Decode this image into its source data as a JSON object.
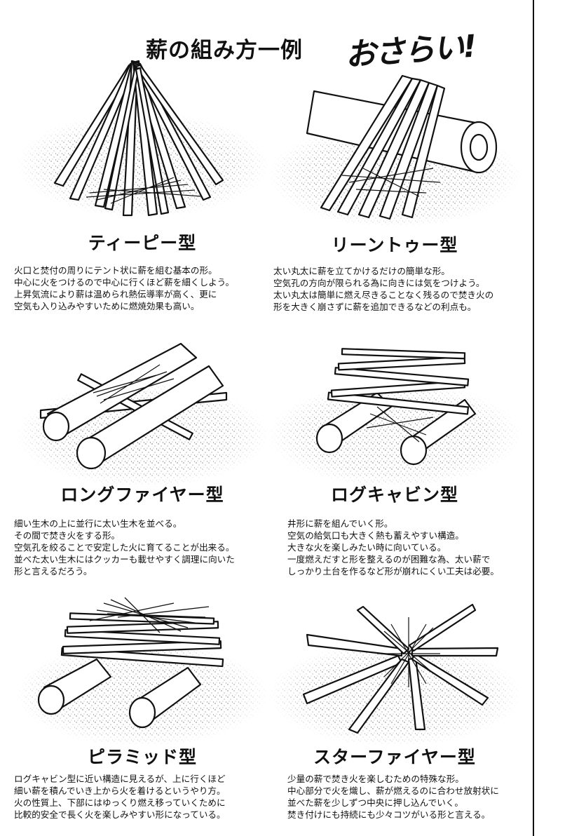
{
  "header": {
    "title": "薪の組み方一例",
    "review": "おさらい!"
  },
  "methods": [
    {
      "name": "ティーピー型",
      "lines": [
        "火口と焚付の周りにテント状に薪を組む基本の形。",
        "中心に火をつけるので中心に行くほど薪を細くしよう。",
        "上昇気流により薪は温められ熱伝導率が高く、更に",
        "空気も入り込みやすいために燃焼効果も高い。"
      ]
    },
    {
      "name": "リーントゥー型",
      "lines": [
        "太い丸太に薪を立てかけるだけの簡単な形。",
        "空気孔の方向が限られる為に向きには気をつけよう。",
        "太い丸太は簡単に燃え尽きることなく残るので焚き火の",
        "形を大きく崩さずに薪を追加できるなどの利点も。"
      ]
    },
    {
      "name": "ロングファイヤー型",
      "lines": [
        "細い生木の上に並行に太い生木を並べる。",
        "その間で焚き火をする形。",
        "空気孔を絞ることで安定した火に育てることが出来る。",
        "並べた太い生木にはクッカーも載せやすく調理に向いた",
        "形と言えるだろう。"
      ]
    },
    {
      "name": "ログキャビン型",
      "lines": [
        "井形に薪を組んでいく形。",
        "空気の給気口も大きく熱も蓄えやすい構造。",
        "大きな火を楽しみたい時に向いている。",
        "一度燃えだすと形を整えるのが困難な為、太い薪で",
        "しっかり土台を作るなど形が崩れにくい工夫は必要。"
      ]
    },
    {
      "name": "ピラミッド型",
      "lines": [
        "ログキャビン型に近い構造に見えるが、上に行くほど",
        "細い薪を積んでいき上から火を着けるというやり方。",
        "火の性質上、下部にはゆっくり燃え移っていくために",
        "比較的安全で長く火を楽しみやすい形になっている。"
      ]
    },
    {
      "name": "スターファイヤー型",
      "lines": [
        "少量の薪で焚き火を楽しむための特殊な形。",
        "中心部分で火を熾し、薪が燃えるのに合わせ放射状に",
        "並べた薪を少しずつ中央に押し込んでいく。",
        "焚き付けにも持続にも少々コツがいる形と言える。"
      ]
    }
  ]
}
